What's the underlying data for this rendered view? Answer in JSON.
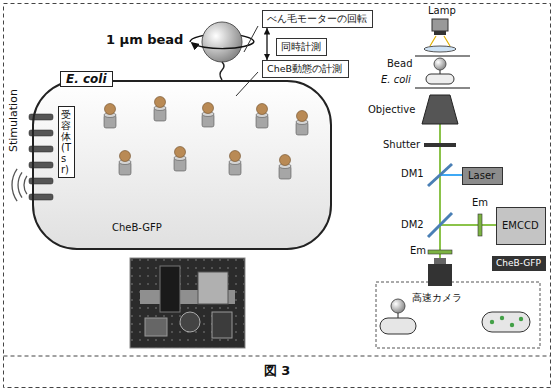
{
  "diagram": {
    "caption": "図 3",
    "nodes": [
      {
        "text": [
          "E. coli"
        ]
      },
      {
        "text": [
          "受容体(Tsr)"
        ],
        "in": 0
      },
      {
        "text": [
          "べん毛モーターの回転"
        ]
      },
      {
        "text": [
          "同時計測"
        ]
      },
      {
        "text": [
          "CheB動態の計測"
        ]
      },
      {
        "text": [
          "Laser"
        ]
      },
      {
        "text": [
          "EMCCD"
        ]
      },
      {
        "text": [
          "CheB-GFP"
        ]
      }
    ],
    "edges": [
      {
        "from": 2,
        "to": 4,
        "arrow": "both"
      }
    ],
    "labels": [
      "Stimulation",
      "1 μm bead",
      "CheB-GFP",
      "Lamp",
      "Bead",
      "E. coli",
      "Objective",
      "Shutter",
      "DM1",
      "DM2",
      "Em",
      "Em",
      "高速カメラ"
    ]
  }
}
